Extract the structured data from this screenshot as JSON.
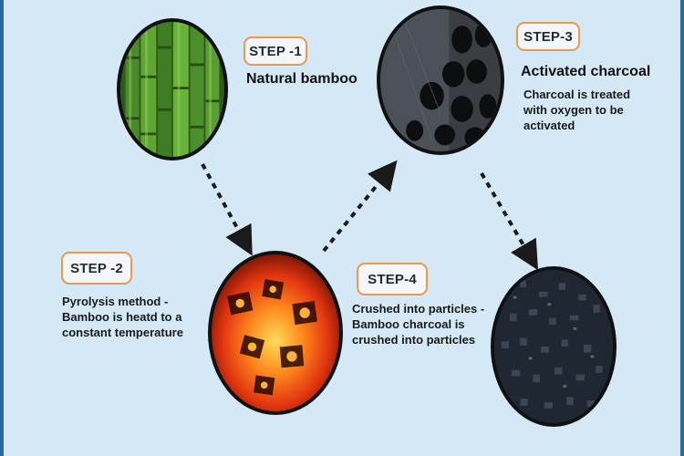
{
  "steps": [
    {
      "badge": "STEP -1",
      "title": "Natural bamboo",
      "lines": []
    },
    {
      "badge": "STEP -2",
      "title": "",
      "lines": [
        "Pyrolysis method -",
        "Bamboo is heatd to a",
        "constant temperature"
      ]
    },
    {
      "badge": "STEP-3",
      "title": "Activated charcoal",
      "lines": [
        "Charcoal is treated",
        "with oxygen to be",
        "activated"
      ]
    },
    {
      "badge": "STEP-4",
      "title": "",
      "lines": [
        "Crushed into particles -",
        "Bamboo charcoal is",
        "crushed into particles"
      ]
    }
  ],
  "images": {
    "bamboo": "bamboo-photo",
    "fire": "burning-bamboo-photo",
    "activated": "activated-charcoal-photo",
    "particles": "charcoal-particles-photo"
  },
  "colors": {
    "background": "#d4e8f6",
    "badge_border": "#e89a4e",
    "circle_border": "#111111",
    "arrow": "#1a1a1a"
  }
}
